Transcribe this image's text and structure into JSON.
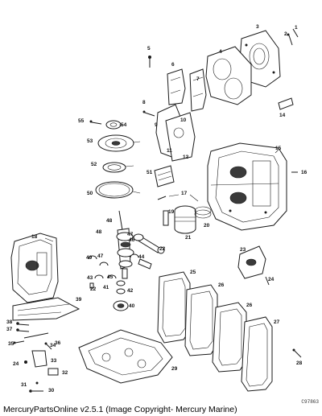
{
  "callouts": {
    "c1": "1",
    "c2": "2",
    "c3": "3",
    "c4": "4",
    "c5": "5",
    "c6": "6",
    "c7": "7",
    "c8": "8",
    "c9": "9",
    "c10": "10",
    "c11": "11",
    "c12": "12",
    "c14": "14",
    "c15": "15",
    "c16": "16",
    "c17": "17",
    "c18": "18",
    "c19": "19",
    "c20": "20",
    "c21": "21",
    "c22": "22",
    "c22b": "22",
    "c23": "23",
    "c24": "24",
    "c24b": "24",
    "c25": "25",
    "c26": "26",
    "c26b": "26",
    "c27": "27",
    "c28": "28",
    "c29": "29",
    "c30": "30",
    "c31": "31",
    "c32": "32",
    "c33": "33",
    "c34": "34",
    "c35": "35",
    "c36": "36",
    "c37": "37",
    "c38": "38",
    "c39": "39",
    "c40": "40",
    "c41": "41",
    "c42": "42",
    "c43": "43",
    "c44": "44",
    "c45": "45",
    "c46": "46",
    "c47": "47",
    "c47b": "47",
    "c48": "48",
    "c48b": "48",
    "c49": "49",
    "c50": "50",
    "c51": "51",
    "c52": "52",
    "c53": "53",
    "c54": "54",
    "c55": "55"
  },
  "drawing_code": "C97863",
  "footer": "MercuryPartsOnline v2.5.1 (Image Copyright- Mercury Marine)"
}
